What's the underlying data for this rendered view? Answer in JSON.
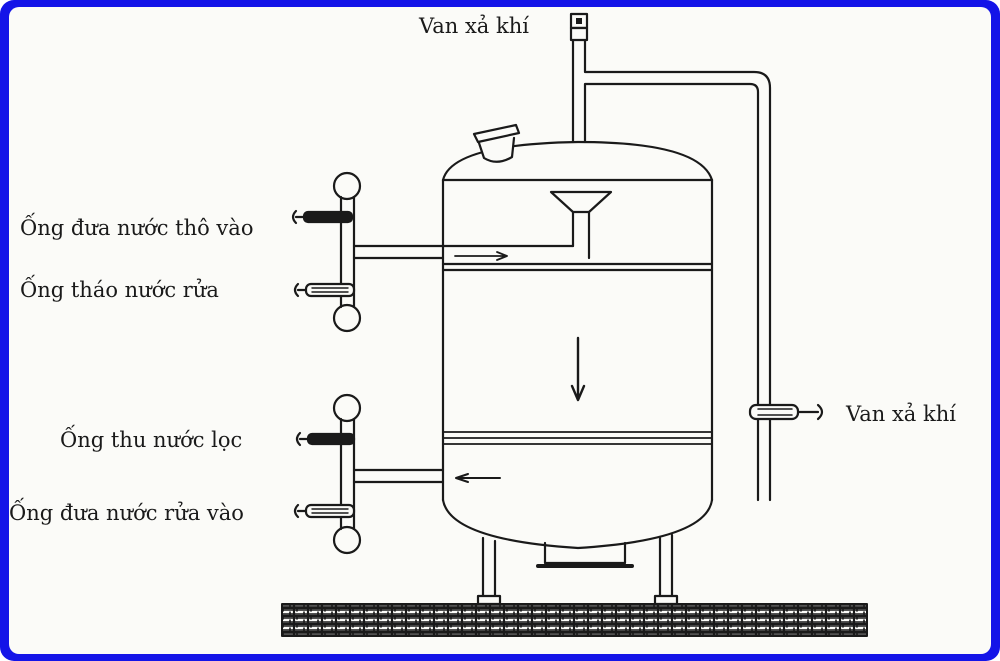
{
  "labels": {
    "vent_valve_top": "Van xả khí",
    "raw_water_inlet": "Ống đưa nước thô vào",
    "wash_water_drain": "Ống tháo nước rửa",
    "filtered_water_collect": "Ống thu nước lọc",
    "wash_water_inlet": "Ống đưa nước rửa vào",
    "vent_valve_side": "Van xả khí"
  },
  "colors": {
    "frame": "#1414e8",
    "paper": "#fbfbf8",
    "ink": "#1a1a1a"
  }
}
